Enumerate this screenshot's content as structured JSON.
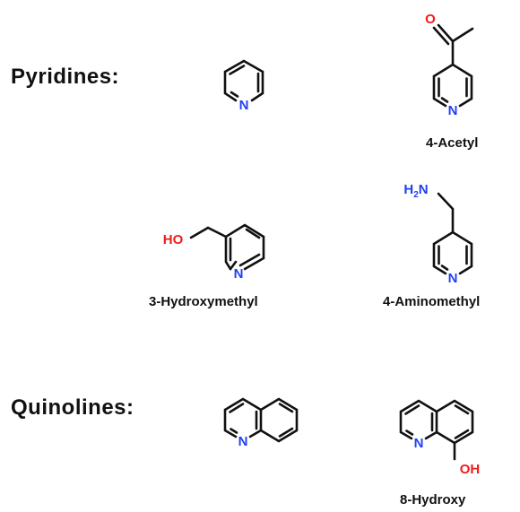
{
  "sections": {
    "pyridines": "Pyridines:",
    "quinolines": "Quinolines:"
  },
  "molecules": {
    "pyridine": {
      "atom_n": "N"
    },
    "acetyl_pyridine": {
      "caption": "4-Acetyl",
      "atom_n": "N",
      "atom_o": "O"
    },
    "hydroxymethyl_pyridine": {
      "caption": "3-Hydroxymethyl",
      "atom_n": "N",
      "atom_oh": "HO"
    },
    "aminomethyl_pyridine": {
      "caption": "4-Aminomethyl",
      "atom_n": "N",
      "atom_h2n_1": "H",
      "atom_h2n_sub": "2",
      "atom_h2n_2": "N"
    },
    "quinoline": {
      "atom_n": "N"
    },
    "hydroxy_quinoline": {
      "caption": "8-Hydroxy",
      "atom_n": "N",
      "atom_oh": "OH"
    }
  },
  "colors": {
    "nitrogen": "#1f3ff5",
    "oxygen": "#ee1c1c",
    "bond": "#111111"
  }
}
